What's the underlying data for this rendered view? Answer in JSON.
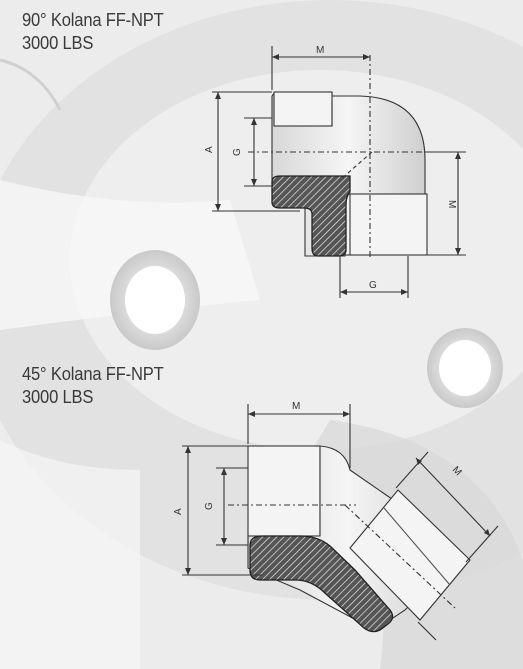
{
  "sections": [
    {
      "title": "90° Kolana FF-NPT",
      "rating": "3000 LBS"
    },
    {
      "title": "45° Kolana FF-NPT",
      "rating": "3000 LBS"
    }
  ],
  "elbow90": {
    "dim_top": "M",
    "dim_left_outer": "A",
    "dim_left_inner": "G",
    "dim_right": "M",
    "dim_bottom": "G"
  },
  "elbow45": {
    "dim_top": "M",
    "dim_left_outer": "A",
    "dim_left_inner": "G",
    "dim_diag": "M"
  },
  "colors": {
    "background": "#f2f2f2",
    "fitting": "#ffffff",
    "section": "#4a4a4a",
    "line": "#333333"
  }
}
